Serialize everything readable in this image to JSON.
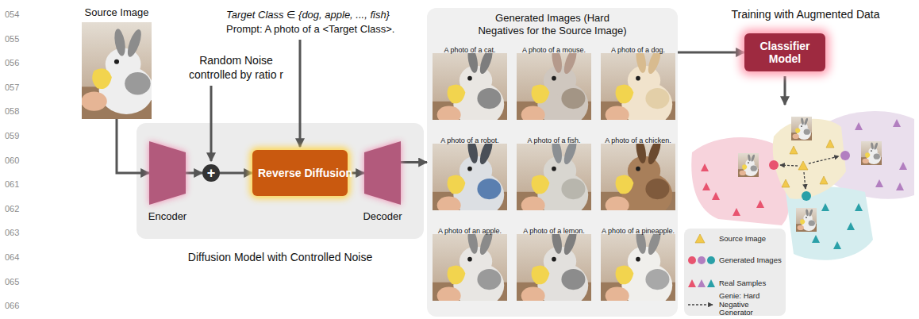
{
  "diagram": {
    "nodes": [
      {
        "text": [
          "Source Image"
        ]
      },
      {
        "text": [
          "Diffusion Model with Controlled Noise"
        ]
      },
      {
        "text": [
          "Encoder"
        ],
        "in": 1
      },
      {
        "text": [
          "+"
        ],
        "in": 1
      },
      {
        "text": [
          "Reverse Diffusion"
        ],
        "in": 1
      },
      {
        "text": [
          "Decoder"
        ],
        "in": 1
      },
      {
        "text": [
          "Generated Images (Hard Negatives for the Source Image)"
        ]
      },
      {
        "text": [
          "A photo of a cat."
        ],
        "in": 6
      },
      {
        "text": [
          "A photo of a mouse."
        ],
        "in": 6
      },
      {
        "text": [
          "A photo of a dog."
        ],
        "in": 6
      },
      {
        "text": [
          "A photo of a robot."
        ],
        "in": 6
      },
      {
        "text": [
          "A photo of a fish."
        ],
        "in": 6
      },
      {
        "text": [
          "A photo of a chicken."
        ],
        "in": 6
      },
      {
        "text": [
          "A photo of an apple."
        ],
        "in": 6
      },
      {
        "text": [
          "A photo of a lemon."
        ],
        "in": 6
      },
      {
        "text": [
          "A photo of a pineapple."
        ],
        "in": 6
      },
      {
        "text": [
          "Classifier Model"
        ]
      }
    ],
    "edges": [
      {
        "from": 0,
        "to": 2,
        "arrow": "to"
      },
      {
        "from": 2,
        "to": 3,
        "arrow": "to"
      },
      {
        "from": 3,
        "to": 4,
        "arrow": "to"
      },
      {
        "from": 4,
        "to": 5,
        "arrow": "to"
      },
      {
        "from": 5,
        "to": 6,
        "arrow": "to"
      },
      {
        "from": 6,
        "to": 16,
        "arrow": "to"
      }
    ],
    "labels": [
      "054",
      "055",
      "056",
      "057",
      "058",
      "059",
      "060",
      "061",
      "062",
      "063",
      "064",
      "065",
      "066",
      "Target Class ∈ {dog, apple, ..., fish}",
      "Prompt: A photo of a <Target Class>.",
      "Random Noise controlled by ratio r",
      "Training with Augmented Data"
    ],
    "legend": [
      {
        "text": "Source Image"
      },
      {
        "text": "Generated Images"
      },
      {
        "text": "Real Samples"
      },
      {
        "text": "Genie: Hard Negative Generator"
      }
    ]
  }
}
